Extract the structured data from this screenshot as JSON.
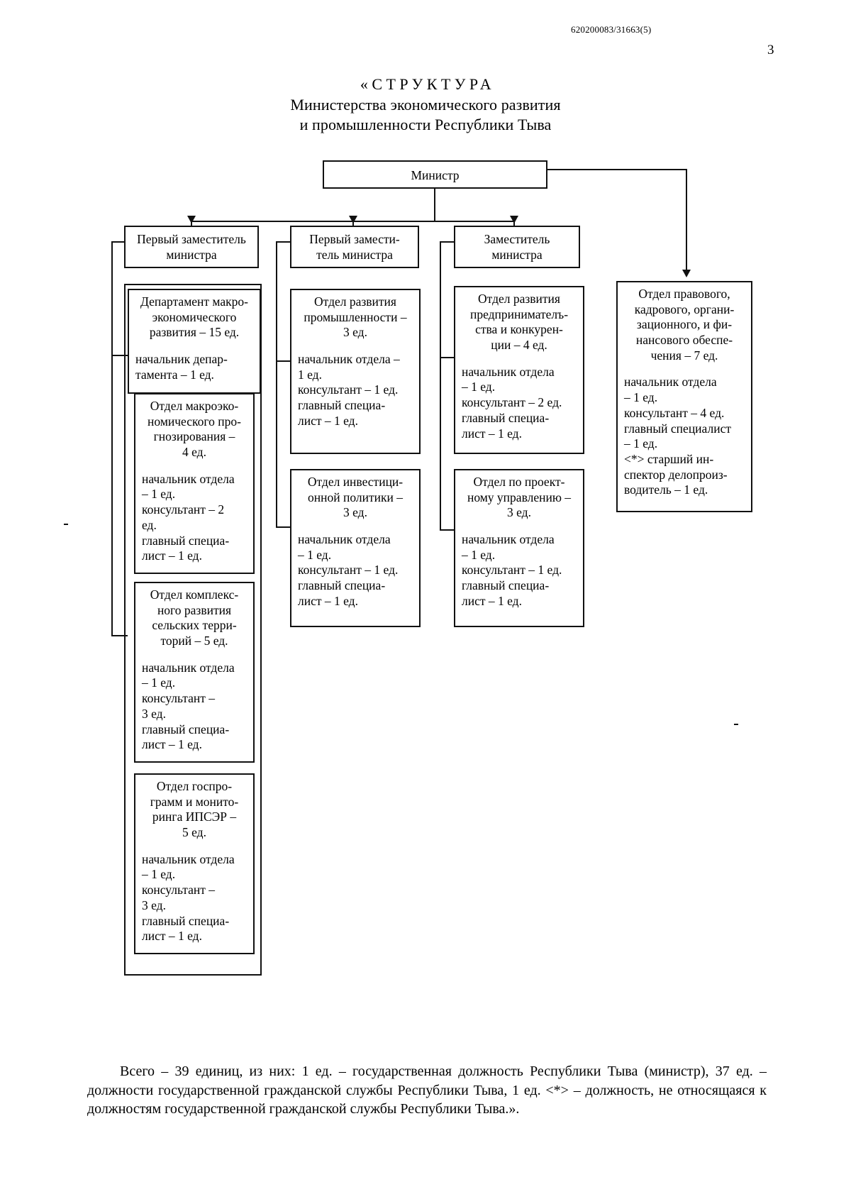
{
  "header": {
    "doc_code": "620200083/31663(5)",
    "page_number": "3"
  },
  "title": {
    "line1": "«СТРУКТУРА",
    "line2": "Министерства экономического развития",
    "line3": "и промышленности Республики Тыва"
  },
  "chart_data": {
    "type": "diagram",
    "title": "Структура Министерства экономического развития и промышленности Республики Тыва",
    "root": {
      "label": "Министр",
      "units": 1
    },
    "deputies": [
      {
        "label": "Первый заместитель\nминистра"
      },
      {
        "label": "Первый замести-\nтель министра"
      },
      {
        "label": "Заместитель\nминистра"
      }
    ],
    "total_units": 39
  },
  "nodes": {
    "minister": {
      "label": "Министр"
    },
    "deputy1": {
      "line1": "Первый заместитель",
      "line2": "министра"
    },
    "deputy2": {
      "line1": "Первый замести-",
      "line2": "тель министра"
    },
    "deputy3": {
      "line1": "Заместитель",
      "line2": "министра"
    },
    "dept_macro": {
      "head": "Департамент макро-\nэкономического\nразвития – 15 ед.",
      "body": "начальник  депар-\nтамента – 1 ед."
    },
    "otdel_macro_prognoz": {
      "head": "Отдел макроэко-\nномического про-\nгнозирования –\n4 ед.",
      "body": "начальник отдела\n– 1 ед.\nконсультант – 2\nед.\nглавный специа-\nлист  – 1 ед."
    },
    "otdel_selsk": {
      "head": "Отдел комплекс-\nного развития\nсельских терри-\nторий – 5 ед.",
      "body": "начальник отдела\n– 1 ед.\nконсультант –\n3 ед.\nглавный специа-\nлист  – 1 ед."
    },
    "otdel_gosprog": {
      "head": "Отдел госпро-\nграмм и монито-\nринга ИПСЭР –\n5 ед.",
      "body": "начальник отдела\n– 1 ед.\nконсультант –\n3 ед.\nглавный специа-\nлист  – 1 ед."
    },
    "otdel_prom": {
      "head": "Отдел развития\nпромышленности –\n3 ед.",
      "body": "начальник отдела –\n1 ед.\nконсультант – 1 ед.\nглавный специа-\nлист  – 1 ед."
    },
    "otdel_invest": {
      "head": "Отдел инвестици-\nонной политики –\n3 ед.",
      "body": "начальник отдела\n– 1 ед.\nконсультант – 1 ед.\nглавный специа-\nлист  – 1 ед."
    },
    "otdel_predpr": {
      "head": "Отдел развития\nпредпринимателъ-\nства  и конкурен-\nции – 4 ед.",
      "body": "начальник отдела\n– 1 ед.\nконсультант – 2 ед.\nглавный специа-\nлист  – 1 ед."
    },
    "otdel_proekt": {
      "head": "Отдел по проект-\nному управлению –\n3 ед.",
      "body": "начальник отдела\n– 1 ед.\nконсультант – 1 ед.\nглавный специа-\nлист  – 1 ед."
    },
    "otdel_pravo": {
      "head": "Отдел правового,\nкадрового, органи-\nзационного, и фи-\nнансового обеспе-\nчения – 7 ед.",
      "body": "начальник отдела\n– 1 ед.\nконсультант – 4 ед.\nглавный специалист\n– 1 ед.\n<*> старший ин-\nспектор делопроиз-\nводитель – 1 ед."
    }
  },
  "footer": {
    "paragraph": "Всего – 39 единиц, из них: 1 ед. – государственная должность Республики Тыва (министр), 37 ед. – должности государственной гражданской службы Республики Тыва, 1 ед. <*> – должность, не относящаяся к должностям государственной гражданской службы Республики Тыва.»."
  }
}
